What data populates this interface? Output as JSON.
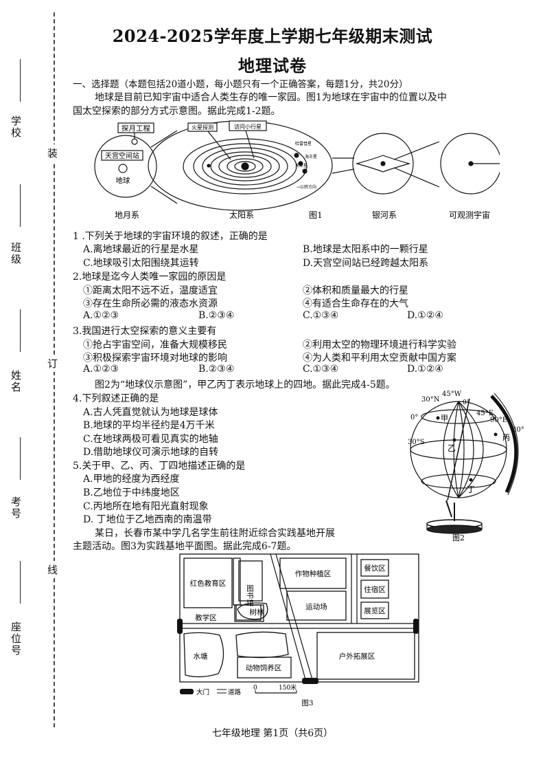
{
  "binding": {
    "labels": [
      "学校",
      "班级",
      "姓名",
      "考号",
      "座位号"
    ],
    "marks": [
      "装",
      "订",
      "线"
    ]
  },
  "header": {
    "title": "2024-2025学年度上学期七年级期末测试",
    "subject": "地理试卷"
  },
  "section1": {
    "heading": "一、选择题（本题包括20道小题，每小题只有一个正确答案，每题1分，共20分）",
    "intro_line1": "地球是目前已知宇宙中适合人类生存的唯一家园。图1为地球在宇宙中的位置以及中",
    "intro_line2": "国太空探索的部分方式示意图。据此完成1-2题。"
  },
  "figure1": {
    "label_tanyue": "探月工程",
    "label_tiangong": "天宫空间站",
    "label_diqiu": "地球",
    "label_huoxing": "火星探测",
    "label_fangwen": "访问小行星",
    "label_right1": "哈雷彗星",
    "label_right2": "海王星",
    "label_right3": "天王星",
    "label_right4": "→公转方向",
    "cap_diyue": "地月系",
    "cap_taiyang": "太阳系",
    "cap_fig": "图1",
    "cap_yinhe": "银河系",
    "cap_kuanguan": "可观测宇宙"
  },
  "questions": [
    {
      "stem": "1 .下列关于地球的宇宙环境的叙述，正确的是",
      "options": [
        "A.离地球最近的行星是水星",
        "B.地球是太阳系中的一颗行星",
        "C.地球吸引太阳围绕其运转",
        "D.天宫空间站已经跨越太阳系"
      ]
    },
    {
      "stem": "2.地球是迄今人类唯一家园的原因是",
      "items": [
        "①距离太阳不远不近，温度适宜",
        "②体积和质量最大的行星",
        "③存在生命所必需的液态水资源",
        "④有适合生命存在的大气"
      ],
      "options": [
        "A.①②③",
        "B.②③④",
        "C.①③④",
        "D.①②④"
      ]
    },
    {
      "stem": "3.我国进行太空探索的意义主要有",
      "items": [
        "①抢占宇宙空间，准备大规模移民",
        "②利用太空的物理环境进行科学实验",
        "③积极探索宇宙环境对地球的影响",
        "④为人类和平利用太空贡献中国方案"
      ],
      "options": [
        "A.①②③",
        "B.②③④",
        "C.①③④",
        "D.①②④"
      ]
    }
  ],
  "figure2_intro": "图2为“地球仪示意图”，甲乙丙丁表示地球上的四地。据此完成4-5题。",
  "q4": {
    "stem": "4.下列叙述正确的是",
    "options": [
      "A.古人凭直觉就认为地球是球体",
      "B.地球的平均半径约是4万千米",
      "C.在地球两极可看见真实的地轴",
      "D.借助地球仪可演示地球的自转"
    ]
  },
  "q5": {
    "stem": "5.关于甲、乙、丙、丁四地描述正确的是",
    "options": [
      "A.甲地的经度为西经度",
      "B.乙地位于中纬度地区",
      "C.丙地所在地有阳光直射现象",
      "D. 丁地位于乙地西南的南温带"
    ]
  },
  "figure2": {
    "lat30n": "30°N",
    "lon45w": "45°W",
    "lon0": "0°",
    "lon45e": "45°E",
    "lon90e": "90°E",
    "lat30": "30°",
    "lat0": "0°",
    "lat30s": "30°S",
    "jia": "甲",
    "yi": "乙",
    "bing": "丙",
    "ding": "丁",
    "caption": "图2"
  },
  "intro3_line1": "某日，长春市某中学几名学生前往附近综合实践基地开展",
  "intro3_line2": "主题活动。图3为实践基地平面图。据此完成6-7题。",
  "figure3": {
    "hongse": "红色教育区",
    "tushu": "图书馆",
    "zuowu": "作物种植区",
    "canyin": "餐饮区",
    "zhusu": "住宿区",
    "yundong": "运动场",
    "zhanlan": "展览区",
    "shulin": "树林",
    "jiaoxue": "教学区",
    "shuitang": "水塘",
    "dongwu": "动物饲养区",
    "huwai": "户外拓展区",
    "legend_gate": "大门",
    "legend_road": "道路",
    "scale0": "0",
    "scale150": "150米",
    "caption": "图3"
  },
  "footer": "七年级地理  第1页（共6页）"
}
